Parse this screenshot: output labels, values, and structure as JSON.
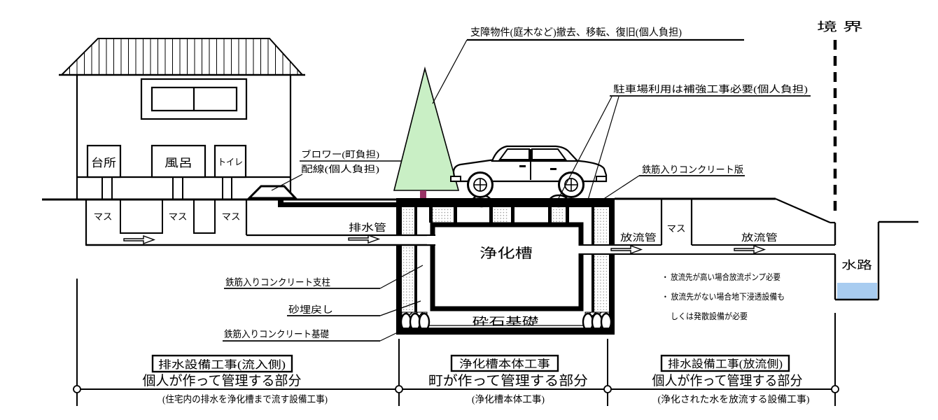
{
  "labels": {
    "boundary": "境 界",
    "obstruction": "支障物件(庭木など)撤去、移転、復旧(個人負担)",
    "parking": "駐車場利用は補強工事必要(個人負担)",
    "slab": "鉄筋入りコンクリート版",
    "blower": "ブロワー(町負担)",
    "wiring": "配線(個人負担)",
    "kitchen": "台所",
    "bath": "風呂",
    "toilet": "トイレ",
    "masu": "マス",
    "drain_pipe": "排水管",
    "tank": "浄化槽",
    "outflow": "放流管",
    "pillar": "鉄筋入りコンクリート支柱",
    "sand_backfill": "砂埋戻し",
    "foundation": "鉄筋入りコンクリート基礎",
    "gravel_base": "砕石基礎",
    "waterway": "水路"
  },
  "notes": {
    "line1": "・ 放流先が高い場合放流ポンプ必要",
    "line2": "・ 放流先がない場合地下浸透設備も",
    "line3": "しくは発散設備が必要"
  },
  "sections": [
    {
      "box": "排水設備工事(流入側)",
      "owner": "個人が作って管理する部分",
      "desc": "(住宅内の排水を浄化槽まで流す設備工事)"
    },
    {
      "box": "浄化槽本体工事",
      "owner": "町が作って管理する部分",
      "desc": "(浄化槽本体工事)"
    },
    {
      "box": "排水設備工事(放流側)",
      "owner": "個人が作って管理する部分",
      "desc": "(浄化された水を放流する設備工事)"
    }
  ],
  "colors": {
    "tree": "#c9efc5",
    "trunk": "#993366",
    "water": "#a8ccf0"
  }
}
